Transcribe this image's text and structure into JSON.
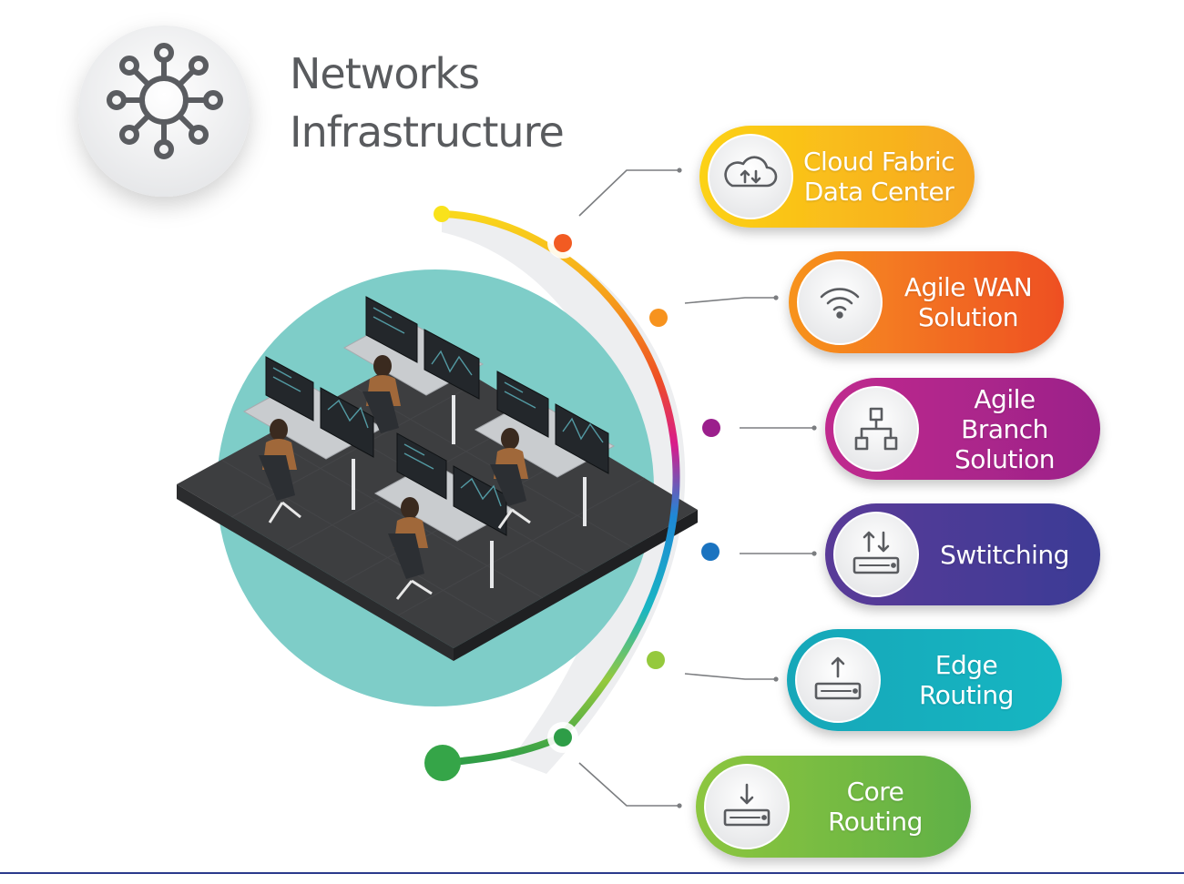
{
  "title": {
    "line1": "Networks",
    "line2": "Infrastructure"
  },
  "items": [
    {
      "lines": [
        "Cloud Fabric",
        "Data Center"
      ],
      "icon": "cloud-sync-icon",
      "color_start": "#fcd213",
      "color_end": "#f6a623",
      "node_color": "#f25b22"
    },
    {
      "lines": [
        "Agile WAN",
        "Solution"
      ],
      "icon": "wifi-icon",
      "color_start": "#f7931e",
      "color_end": "#ee4f24",
      "node_color": "#f7931e"
    },
    {
      "lines": [
        "Agile",
        "Branch",
        "Solution"
      ],
      "icon": "network-hierarchy-icon",
      "color_start": "#c02a8e",
      "color_end": "#9b2289",
      "node_color": "#9b1f8c"
    },
    {
      "lines": [
        "Swtitching"
      ],
      "icon": "switch-icon",
      "color_start": "#5a3a98",
      "color_end": "#3b3a95",
      "node_color": "#1a73c0"
    },
    {
      "lines": [
        "Edge",
        "Routing"
      ],
      "icon": "edge-router-icon",
      "color_start": "#13a7b9",
      "color_end": "#19b6c2",
      "node_color": "#95c93d"
    },
    {
      "lines": [
        "Core",
        "Routing"
      ],
      "icon": "core-router-icon",
      "color_start": "#8dc63f",
      "color_end": "#5fb046",
      "node_color": "#2e9d47"
    }
  ],
  "colors": {
    "title": "#595b5e",
    "circle": "#7ecdc8",
    "floor": "#3d3e40",
    "desk": "#c9cccf",
    "monitor": "#23272b",
    "shirt": "#a0683a"
  }
}
